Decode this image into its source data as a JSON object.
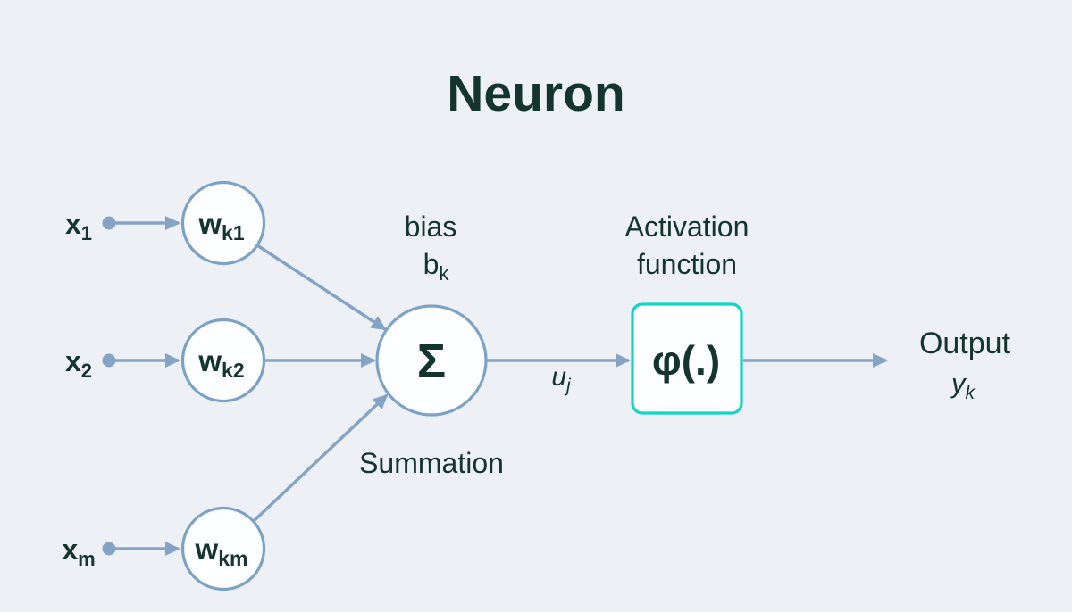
{
  "title": "Neuron",
  "colors": {
    "background": "#edf1f6",
    "text": "#14352d",
    "wire": "#84a3c5",
    "node_border": "#7ba2c6",
    "node_fill": "#fdfeff",
    "activation_border": "#10d6c3"
  },
  "inputs": [
    {
      "base": "x",
      "sub": "1"
    },
    {
      "base": "x",
      "sub": "2"
    },
    {
      "base": "x",
      "sub": "m"
    }
  ],
  "weights": [
    {
      "base": "w",
      "sub": "k1"
    },
    {
      "base": "w",
      "sub": "k2"
    },
    {
      "base": "w",
      "sub": "km"
    }
  ],
  "bias": {
    "label": "bias",
    "base": "b",
    "sub": "k"
  },
  "summation": {
    "symbol": "Σ",
    "label": "Summation"
  },
  "signal": {
    "base": "u",
    "sub": "j"
  },
  "activation": {
    "label_line1": "Activation",
    "label_line2": "function",
    "symbol": "φ(.)"
  },
  "output": {
    "label": "Output",
    "base": "y",
    "sub": "k"
  }
}
